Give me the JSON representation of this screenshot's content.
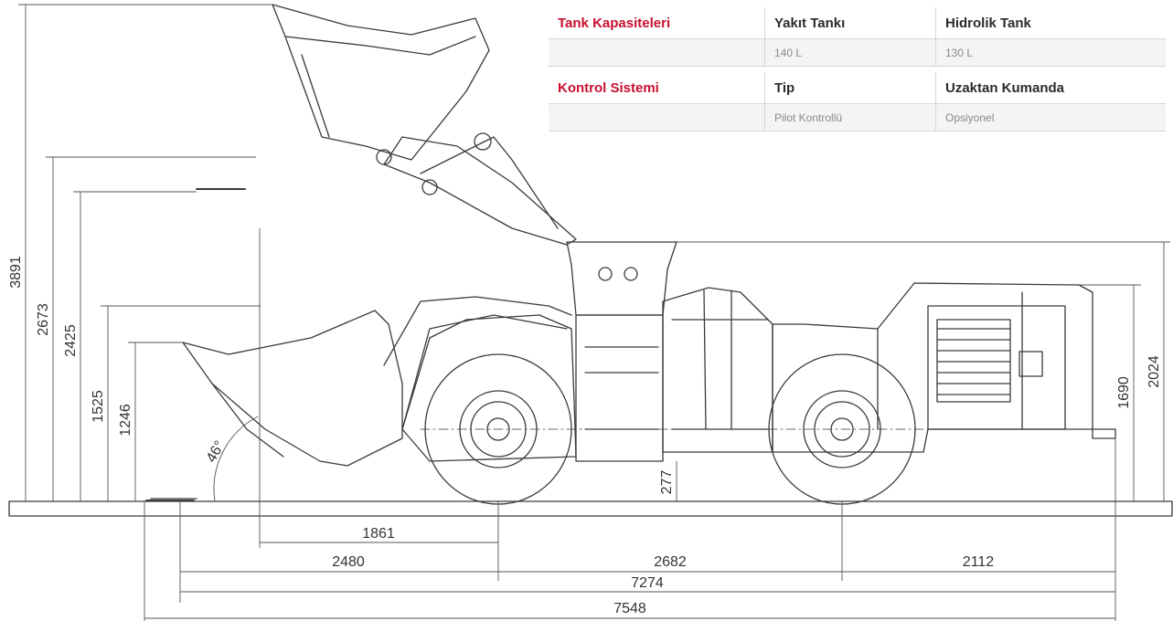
{
  "specs": {
    "tank": {
      "category": "Tank Kapasiteleri",
      "col1_label": "Yakıt Tankı",
      "col2_label": "Hidrolik Tank",
      "col1_value": "140 L",
      "col2_value": "130 L"
    },
    "control": {
      "category": "Kontrol Sistemi",
      "col1_label": "Tip",
      "col2_label": "Uzaktan Kumanda",
      "col1_value": "Pilot Kontrollü",
      "col2_value": "Opsiyonel"
    }
  },
  "dimensions": {
    "max_lift_height": "3891",
    "dump_height": "2673",
    "dump_height_2": "2425",
    "bucket_hinge_height": "1525",
    "bucket_height": "1246",
    "dump_angle": "46°",
    "ground_clearance": "277",
    "reach": "1861",
    "front_overhang": "2480",
    "wheelbase": "2682",
    "rear_overhang": "2112",
    "length_without_bucket_tip": "7274",
    "overall_length": "7548",
    "rear_height": "1690",
    "overall_height": "2024"
  },
  "colors": {
    "accent": "#c8102e",
    "line": "#3a3a3a",
    "dimension": "#555555"
  }
}
